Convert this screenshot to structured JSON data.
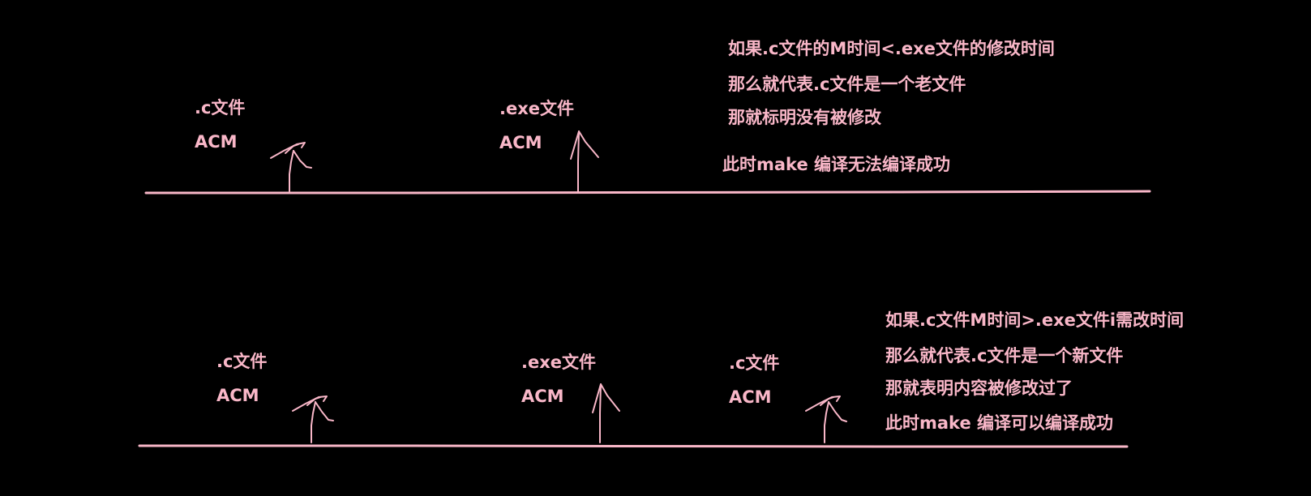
{
  "colors": {
    "background": "#000000",
    "ink": "#f9b7c8"
  },
  "top": {
    "c_file": {
      "name": ".c文件",
      "time": "ACM"
    },
    "exe_file": {
      "name": ".exe文件",
      "time": "ACM"
    },
    "notes": [
      "如果.c文件的M时间<.exe文件的修改时间",
      "那么就代表.c文件是一个老文件",
      "那就标明没有被修改",
      "此时make 编译无法编译成功"
    ]
  },
  "bottom": {
    "c_file_1": {
      "name": ".c文件",
      "time": "ACM"
    },
    "exe_file": {
      "name": ".exe文件",
      "time": "ACM"
    },
    "c_file_2": {
      "name": ".c文件",
      "time": "ACM"
    },
    "notes": [
      "如果.c文件M时间>.exe文件i需改时间",
      "那么就代表.c文件是一个新文件",
      "那就表明内容被修改过了",
      "此时make 编译可以编译成功"
    ]
  }
}
